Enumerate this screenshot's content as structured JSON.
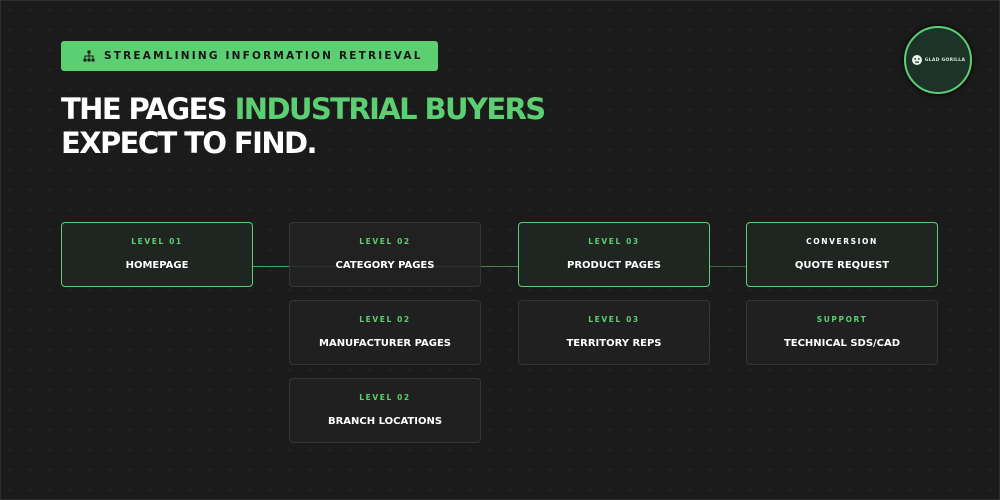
{
  "badge": {
    "icon": "sitemap-icon",
    "text": "STREAMLINING INFORMATION RETRIEVAL"
  },
  "headline": {
    "part1": "THE PAGES ",
    "accent": "INDUSTRIAL BUYERS",
    "part2": "EXPECT TO FIND."
  },
  "logo": {
    "icon": "gorilla-logo-icon",
    "text": "GLAD GORILLA"
  },
  "colors": {
    "accent": "#5ccf72",
    "background": "#1b1b1b",
    "card": "#202020",
    "text": "#ffffff"
  },
  "nodes": [
    {
      "level": "LEVEL 01",
      "title": "HOMEPAGE"
    },
    {
      "level": "LEVEL 02",
      "title": "CATEGORY PAGES"
    },
    {
      "level": "LEVEL 02",
      "title": "MANUFACTURER PAGES"
    },
    {
      "level": "LEVEL 02",
      "title": "BRANCH LOCATIONS"
    },
    {
      "level": "LEVEL 03",
      "title": "PRODUCT PAGES"
    },
    {
      "level": "LEVEL 03",
      "title": "TERRITORY REPS"
    },
    {
      "level": "CONVERSION",
      "title": "QUOTE REQUEST"
    },
    {
      "level": "SUPPORT",
      "title": "TECHNICAL SDS/CAD"
    }
  ]
}
